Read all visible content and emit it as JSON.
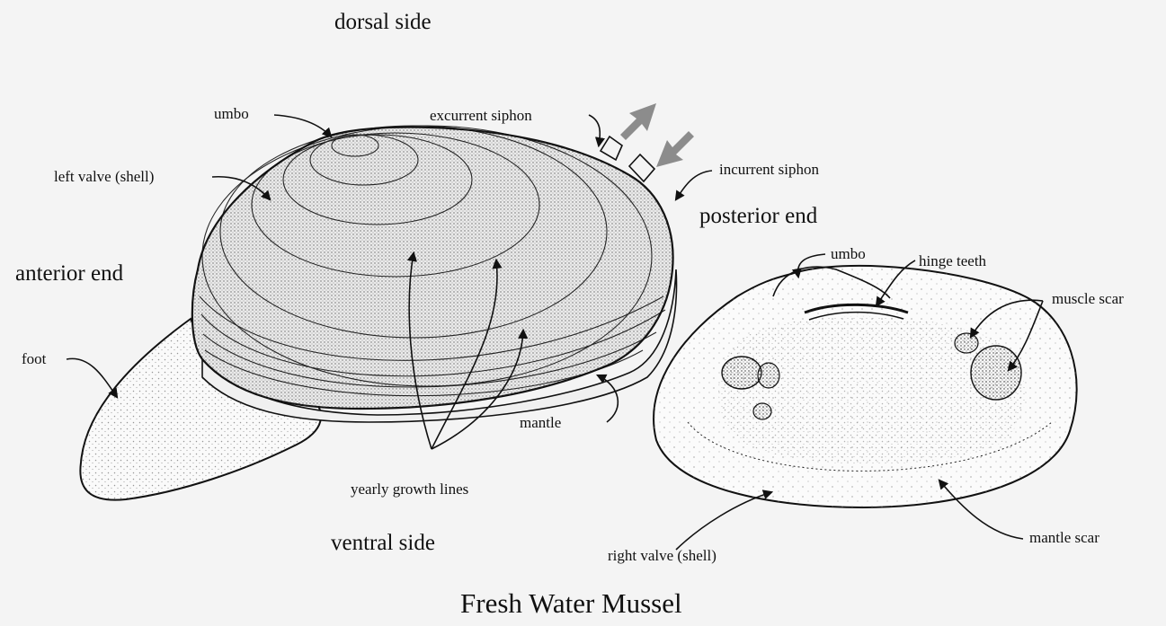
{
  "title": "Fresh Water Mussel",
  "orientation": {
    "dorsal": "dorsal side",
    "ventral": "ventral side",
    "anterior": "anterior end",
    "posterior": "posterior end"
  },
  "labels": {
    "umbo_left": "umbo",
    "left_valve": "left valve (shell)",
    "foot": "foot",
    "excurrent_siphon": "excurrent siphon",
    "incurrent_siphon": "incurrent siphon",
    "mantle": "mantle",
    "yearly_growth_lines": "yearly growth lines",
    "umbo_right": "umbo",
    "hinge_teeth": "hinge teeth",
    "muscle_scar": "muscle scar",
    "mantle_scar": "mantle scar",
    "right_valve": "right valve (shell)"
  },
  "colors": {
    "ink": "#111111",
    "background": "#f4f4f4",
    "flow_arrows": "#8c8c8c"
  }
}
